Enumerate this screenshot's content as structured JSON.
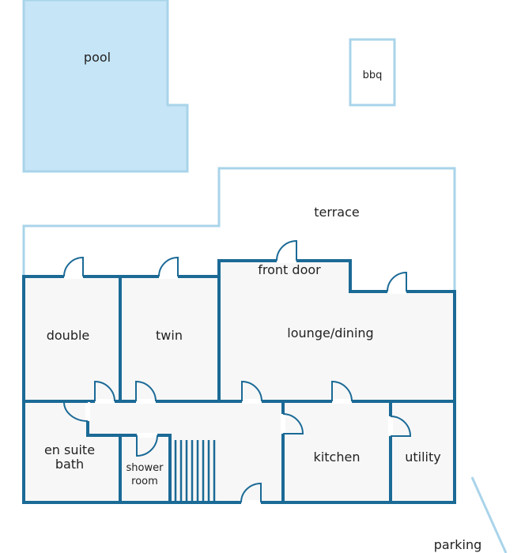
{
  "colors": {
    "wall": "#1b6a96",
    "outdoor_outline": "#a9d4ea",
    "pool_fill": "#c6e5f7",
    "room_fill": "#f7f7f7",
    "text": "#222222"
  },
  "labels": {
    "pool": "pool",
    "bbq": "bbq",
    "terrace": "terrace",
    "front_door": "front door",
    "double": "double",
    "twin": "twin",
    "lounge_dining": "lounge/dining",
    "en_suite_line1": "en suite",
    "en_suite_line2": "bath",
    "shower_line1": "shower",
    "shower_line2": "room",
    "kitchen": "kitchen",
    "utility": "utility",
    "parking": "parking"
  },
  "icons": {
    "doors": "door-swing-icon",
    "stairs": "stairs-icon"
  }
}
